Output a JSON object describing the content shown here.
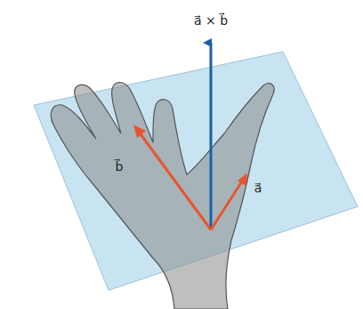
{
  "diagram": {
    "labels": [
      "a⃗ × b⃗",
      "b⃗",
      "a⃗"
    ]
  }
}
